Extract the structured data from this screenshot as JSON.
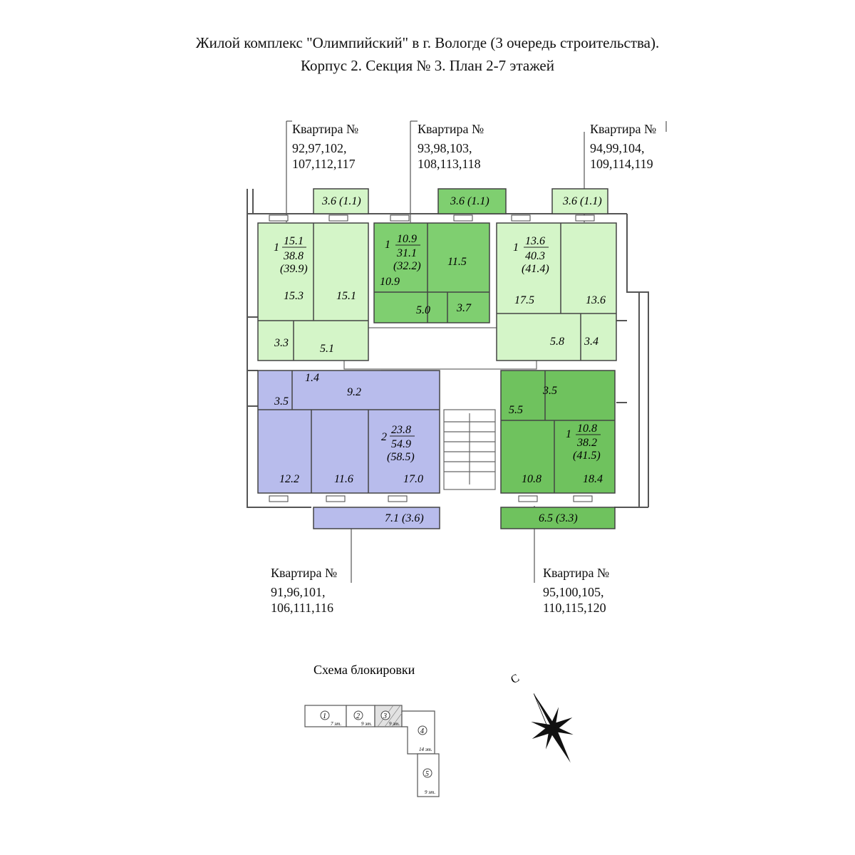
{
  "title": {
    "line1": "Жилой комплекс \"Олимпийский\" в г. Вологде (3 очередь строительства).",
    "line2": "Корпус 2. Секция № 3. План 2-7 этажей"
  },
  "apartment_labels": [
    {
      "heading": "Квартира №",
      "line1": "92,97,102,",
      "line2": "107,112,117"
    },
    {
      "heading": "Квартира №",
      "line1": "93,98,103,",
      "line2": "108,113,118"
    },
    {
      "heading": "Квартира №",
      "line1": "94,99,104,",
      "line2": "109,114,119"
    },
    {
      "heading": "Квартира №",
      "line1": "91,96,101,",
      "line2": "106,111,116"
    },
    {
      "heading": "Квартира №",
      "line1": "95,100,105,",
      "line2": "110,115,120"
    }
  ],
  "apartments": {
    "a1": {
      "rooms": "1",
      "living": "15.1",
      "total": "38.8",
      "total_balcony": "(39.9)",
      "room": "15.1",
      "kitchen": "15.3",
      "bath": "3.3",
      "hall": "5.1",
      "balcony": "3.6 (1.1)",
      "color": "#d4f5c8"
    },
    "a2": {
      "rooms": "1",
      "living": "10.9",
      "total": "31.1",
      "total_balcony": "(32.2)",
      "room": "11.5",
      "kitchen": "10.9",
      "hall": "5.0",
      "bath": "3.7",
      "balcony": "3.6 (1.1)",
      "color": "#7fcf70"
    },
    "a3": {
      "rooms": "1",
      "living": "13.6",
      "total": "40.3",
      "total_balcony": "(41.4)",
      "room": "13.6",
      "kitchen": "17.5",
      "hall": "5.8",
      "bath": "3.4",
      "balcony": "3.6 (1.1)",
      "color": "#d4f5c8"
    },
    "a4": {
      "rooms": "2",
      "living": "23.8",
      "total": "54.9",
      "total_balcony": "(58.5)",
      "room1": "12.2",
      "room2": "11.6",
      "kitchen": "17.0",
      "hall": "9.2",
      "bath": "3.5",
      "wc": "1.4",
      "balcony": "7.1 (3.6)",
      "color": "#b8bcec"
    },
    "a5": {
      "rooms": "1",
      "living": "10.8",
      "total": "38.2",
      "total_balcony": "(41.5)",
      "room": "18.4",
      "kitchen": "10.8",
      "hall": "5.5",
      "bath": "3.5",
      "balcony": "6.5 (3.3)",
      "color": "#6fc25e"
    }
  },
  "scheme": {
    "title": "Схема блокировки",
    "sections": [
      {
        "num": "1",
        "floors": "7 эт."
      },
      {
        "num": "2",
        "floors": "9 эт."
      },
      {
        "num": "3",
        "floors": "9 эт."
      },
      {
        "num": "4",
        "floors": "14 эт."
      },
      {
        "num": "5",
        "floors": "9 эт."
      }
    ]
  },
  "compass": {
    "north_label": "С"
  }
}
